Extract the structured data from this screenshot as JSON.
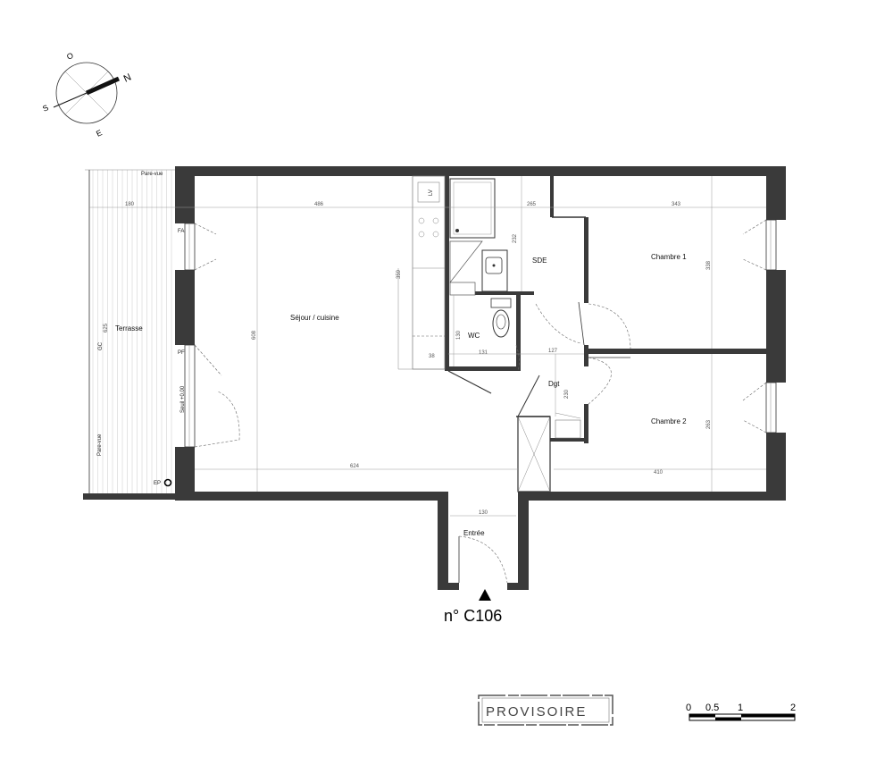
{
  "compass": {
    "north": "N",
    "west": "O",
    "south": "S",
    "east": "E"
  },
  "rooms": {
    "terrasse": "Terrasse",
    "sejour": "Séjour / cuisine",
    "sde": "SDE",
    "wc": "WC",
    "dgt": "Dgt",
    "chambre1": "Chambre 1",
    "chambre2": "Chambre 2",
    "entree": "Entrée"
  },
  "labels": {
    "pare_vue_top": "Pare-vue",
    "pare_vue_left": "Pare-vue",
    "gc": "GC",
    "fa": "FA",
    "pf": "PF",
    "seuil": "Seuil +0.00",
    "ep": "EP",
    "lv": "LV"
  },
  "dimensions": {
    "terrasse_width": "180",
    "sejour_width": "486",
    "sde_width": "265",
    "chambre1_width": "343",
    "terrasse_height": "625",
    "sejour_height": "608",
    "kitchen_height": "359",
    "sde_height": "232",
    "chambre1_height": "338",
    "wc_height": "130",
    "wc_width": "131",
    "dgt_width": "127",
    "dgt_height": "230",
    "kitchen_depth": "38",
    "sejour_bottom_width": "624",
    "chambre2_width": "410",
    "chambre2_height": "263",
    "entree_width": "130"
  },
  "lot_number": "n° C106",
  "stamp": "PROVISOIRE",
  "scale_bar": {
    "labels": [
      "0",
      "0.5",
      "1",
      "2"
    ]
  }
}
